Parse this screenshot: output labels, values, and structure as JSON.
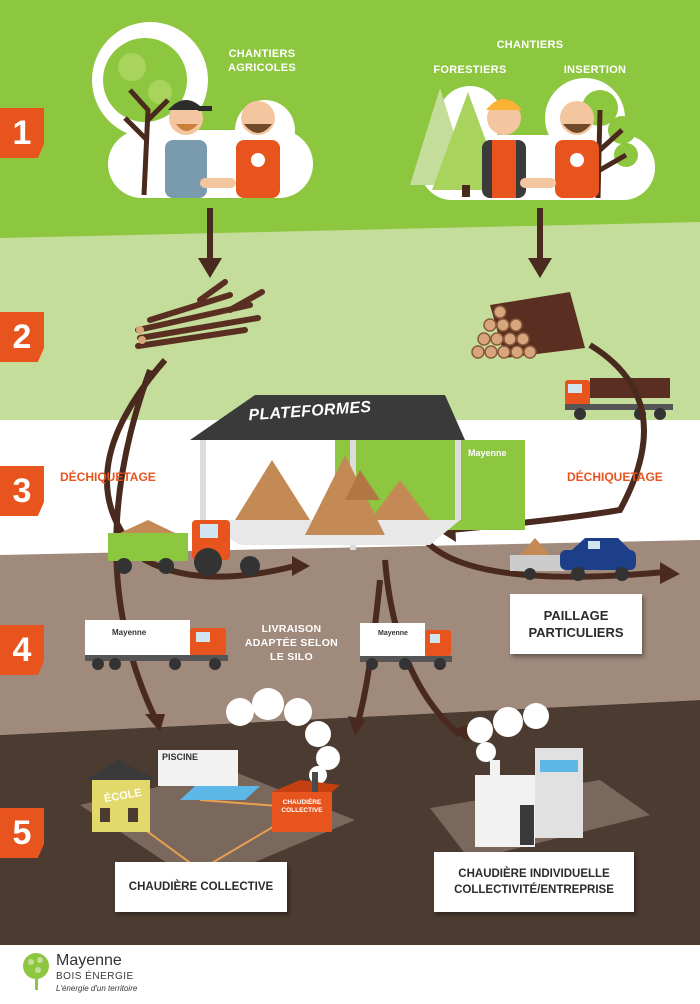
{
  "steps": [
    "1",
    "2",
    "3",
    "4",
    "5"
  ],
  "labels": {
    "chantiers_agricoles": "CHANTIERS AGRICOLES",
    "chantiers": "CHANTIERS",
    "forestiers": "FORESTIERS",
    "insertion": "INSERTION",
    "plateformes": "PLATEFORMES",
    "dechiquetage_left": "DÉCHIQUETAGE",
    "dechiquetage_right": "DÉCHIQUETAGE",
    "livraison": "LIVRAISON ADAPTÉE SELON LE SILO",
    "paillage": "PAILLAGE PARTICULIERS",
    "chaudiere_collective": "CHAUDIÈRE COLLECTIVE",
    "chaudiere_individuelle": "CHAUDIÈRE INDIVIDUELLE COLLECTIVITÉ/ENTREPRISE",
    "ecole": "ÉCOLE",
    "piscine": "PISCINE",
    "chaufferie": "CHAUDIÈRE COLLECTIVE"
  },
  "logo": {
    "brand": "Mayenne",
    "brand_sub": "BOIS ÉNERGIE",
    "tagline": "L'énergie d'un territoire",
    "shed_brand": "Mayenne",
    "truck_brand": "Mayenne"
  },
  "colors": {
    "green_dark": "#8dc63f",
    "green_light": "#c5dd9a",
    "brown_light": "#a08c7e",
    "brown_mid": "#6e5a4e",
    "brown_dark": "#4a3a30",
    "accent": "#e8541e",
    "arrow": "#4a2a1e"
  }
}
